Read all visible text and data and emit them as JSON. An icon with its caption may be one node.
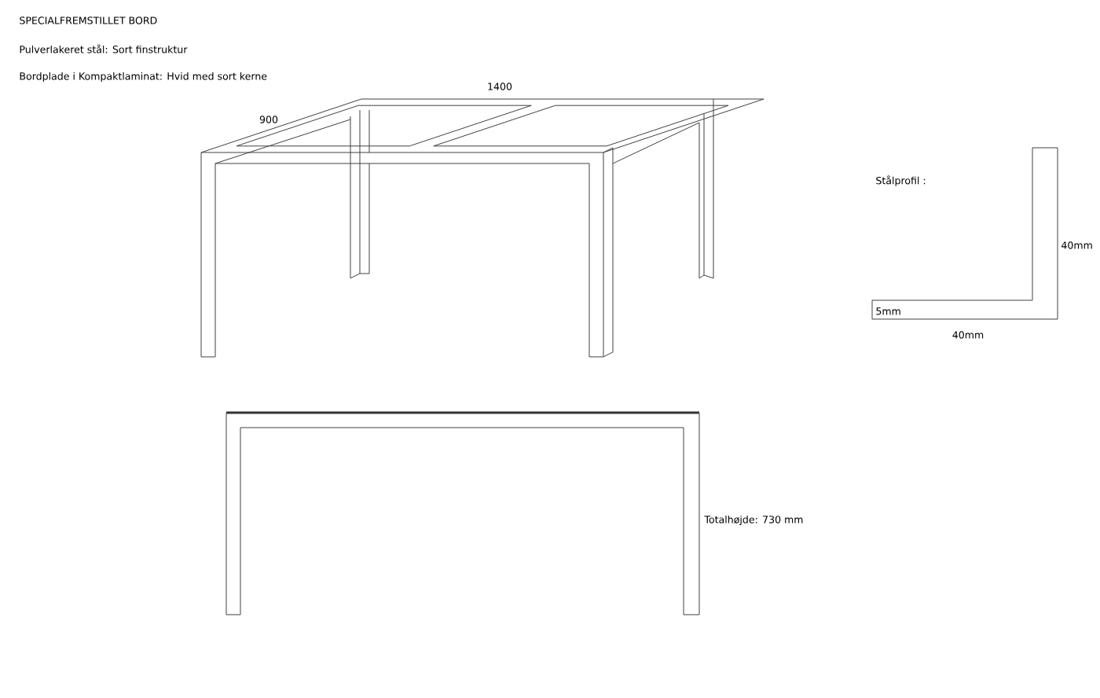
{
  "diagram": {
    "title": "SPECIALFREMSTILLET BORD",
    "labels": [
      "Pulverlakeret stål: Sort finstruktur",
      "Bordplade i Kompaktlaminat: Hvid med sort kerne",
      "1400",
      "900",
      "Stålprofil :",
      "40mm",
      "5mm",
      "40mm",
      "Totalhøjde: 730 mm"
    ]
  }
}
